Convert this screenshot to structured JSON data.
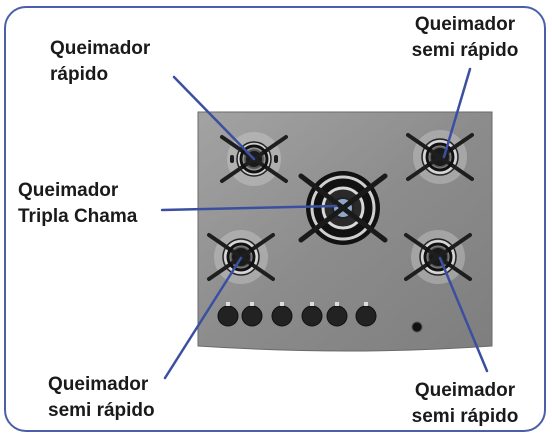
{
  "labels": {
    "top_left": {
      "line1": "Queimador",
      "line2": "rápido"
    },
    "top_right": {
      "line1": "Queimador",
      "line2": "semi rápido"
    },
    "middle_left": {
      "line1": "Queimador",
      "line2": "Tripla Chama"
    },
    "bottom_left": {
      "line1": "Queimador",
      "line2": "semi rápido"
    },
    "bottom_right": {
      "line1": "Queimador",
      "line2": "semi rápido"
    }
  },
  "colors": {
    "border": "#4a5fa8",
    "leader_line": "#3b4fa0",
    "cooktop_glass": "#8e8e8e",
    "grate": "#1e1e1e",
    "knob": "#222222"
  },
  "knob_count": 6
}
